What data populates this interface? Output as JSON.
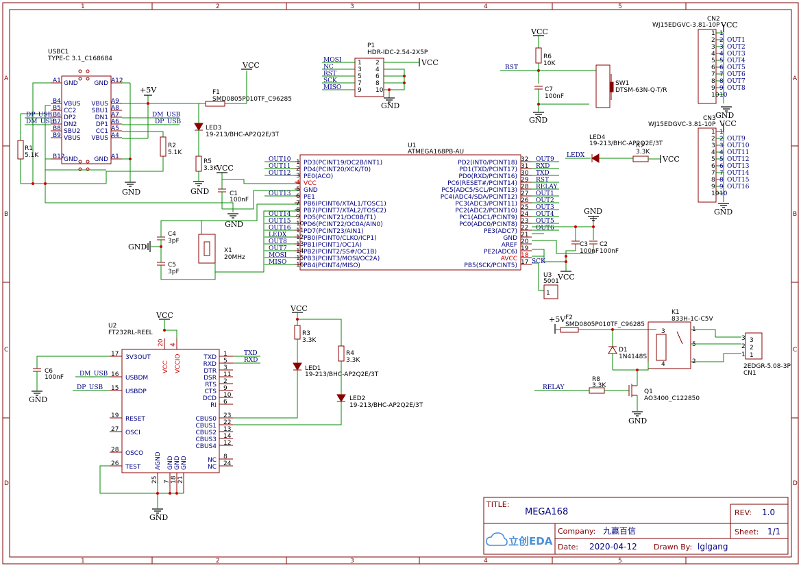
{
  "colors": {
    "frame": "#800000",
    "wire": "#008800",
    "component": "#8b0000",
    "pin_text": "#000080",
    "junction": "#cc0000"
  },
  "frame": {
    "cols": [
      "1",
      "2",
      "3",
      "4",
      "5"
    ],
    "rows": [
      "A",
      "B",
      "C",
      "D"
    ]
  },
  "components": {
    "usbc1": {
      "ref": "USBC1",
      "value": "TYPE-C 3.1_C168684",
      "left_pins": [
        "A1",
        "B4",
        "B5",
        "B6",
        "B7",
        "B8",
        "B9",
        "B12"
      ],
      "left_names": [
        "GND",
        "VBUS",
        "CC2",
        "DP2",
        "DN2",
        "SBU2",
        "VBUS",
        "GND"
      ],
      "right_pins": [
        "A12",
        "A9",
        "A8",
        "A7",
        "A6",
        "A5",
        "A4",
        "A1"
      ],
      "right_names": [
        "GND",
        "VBUS",
        "SBU1",
        "DN1",
        "DP1",
        "CC1",
        "VBUS",
        "GND"
      ]
    },
    "r1": {
      "ref": "R1",
      "value": "5.1K"
    },
    "r2": {
      "ref": "R2",
      "value": "5.1K"
    },
    "f1": {
      "ref": "F1",
      "value": "SMD0805P010TF_C96285"
    },
    "led3": {
      "ref": "LED3",
      "value": "19-213/BHC-AP2Q2E/3T"
    },
    "r5": {
      "ref": "R5",
      "value": "3.3K"
    },
    "c1": {
      "ref": "C1",
      "value": "100nF"
    },
    "c4": {
      "ref": "C4",
      "value": "3pF"
    },
    "c5": {
      "ref": "C5",
      "value": "3pF"
    },
    "x1": {
      "ref": "X1",
      "value": "20MHz"
    },
    "p1": {
      "ref": "P1",
      "value": "HDR-IDC-2.54-2X5P",
      "left": [
        "MOSI",
        "NC",
        "RST",
        "SCK",
        "MISO"
      ],
      "left_nums": [
        "1",
        "3",
        "5",
        "7",
        "9"
      ],
      "right_nums": [
        "2",
        "4",
        "6",
        "8",
        "10"
      ]
    },
    "u1": {
      "ref": "U1",
      "value": "ATMEGA168PB-AU",
      "left_pins": [
        {
          "num": "1",
          "name": "PD3(PCINT19/OC2B/INT1)",
          "net": "OUT10"
        },
        {
          "num": "2",
          "name": "PD4(PCINT20/XCK/T0)",
          "net": "OUT11"
        },
        {
          "num": "3",
          "name": "PE0(ACO)",
          "net": "OUT12"
        },
        {
          "num": "4",
          "name": "VCC",
          "net": ""
        },
        {
          "num": "5",
          "name": "GND",
          "net": ""
        },
        {
          "num": "6",
          "name": "PE1",
          "net": "OUT13"
        },
        {
          "num": "7",
          "name": "PB6(PCINT6/XTAL1/TOSC1)",
          "net": ""
        },
        {
          "num": "8",
          "name": "PB7(PCINT7/XTAL2/TOSC2)",
          "net": ""
        },
        {
          "num": "9",
          "name": "PD5(PCINT21/OC0B/T1)",
          "net": "OUT14"
        },
        {
          "num": "10",
          "name": "PD6(PCINT22/OC0A/AIN0)",
          "net": "OUT15"
        },
        {
          "num": "11",
          "name": "PD7(PCINT23/AIN1)",
          "net": "OUT16"
        },
        {
          "num": "12",
          "name": "PB0(PCINT0/CLKO/ICP1)",
          "net": "LEDX"
        },
        {
          "num": "13",
          "name": "PB1(PCINT1/OC1A)",
          "net": "OUT8"
        },
        {
          "num": "14",
          "name": "PB2(PCINT2/SS#/OC1B)",
          "net": "OUT7"
        },
        {
          "num": "15",
          "name": "PB3(PCINT3/MOSI/OC2A)",
          "net": "MOSI"
        },
        {
          "num": "16",
          "name": "PB4(PCINT4/MISO)",
          "net": "MISO"
        }
      ],
      "right_pins": [
        {
          "num": "32",
          "name": "PD2(INT0/PCINT18)",
          "net": "OUT9"
        },
        {
          "num": "31",
          "name": "PD1(TXD/PCINT17)",
          "net": "RXD"
        },
        {
          "num": "30",
          "name": "PD0(RXD/PCINT16)",
          "net": "TXD"
        },
        {
          "num": "29",
          "name": "PC6(RESET#/PCINT14)",
          "net": "RST"
        },
        {
          "num": "28",
          "name": "PC5(ADC5/SCL/PCINT13)",
          "net": "RELAY"
        },
        {
          "num": "27",
          "name": "PC4(ADC4/SDA/PCINT12)",
          "net": "OUT1"
        },
        {
          "num": "26",
          "name": "PC3(ADC3/PCINT11)",
          "net": "OUT2"
        },
        {
          "num": "25",
          "name": "PC2(ADC2/PCINT10)",
          "net": "OUT3"
        },
        {
          "num": "24",
          "name": "PC1(ADC1/PCINT9)",
          "net": "OUT4"
        },
        {
          "num": "23",
          "name": "PC0(ADC0/PCINT8)",
          "net": "OUT5"
        },
        {
          "num": "22",
          "name": "PE3(ADC7)",
          "net": "OUT6"
        },
        {
          "num": "21",
          "name": "GND",
          "net": ""
        },
        {
          "num": "20",
          "name": "AREF",
          "net": ""
        },
        {
          "num": "19",
          "name": "PE2(ADC6)",
          "net": ""
        },
        {
          "num": "18",
          "name": "AVCC",
          "net": ""
        },
        {
          "num": "17",
          "name": "PB5(SCK/PCINT5)",
          "net": "SCK"
        }
      ]
    },
    "r6": {
      "ref": "R6",
      "value": "10K"
    },
    "c7": {
      "ref": "C7",
      "value": "100nF"
    },
    "sw1": {
      "ref": "SW1",
      "value": "DTSM-63N-Q-T/R"
    },
    "cn2": {
      "ref": "CN2",
      "value": "WJ15EDGVC-3.81-10P",
      "nets": [
        "OUT1",
        "OUT2",
        "OUT3",
        "OUT4",
        "OUT5",
        "OUT6",
        "OUT7",
        "OUT8"
      ]
    },
    "cn3": {
      "ref": "CN3",
      "value": "WJ15EDGVC-3.81-10P",
      "nets": [
        "OUT9",
        "OUT10",
        "OUT11",
        "OUT12",
        "OUT13",
        "OUT14",
        "OUT15",
        "OUT16"
      ]
    },
    "led4": {
      "ref": "LED4",
      "value": "19-213/BHC-AP2Q2E/3T"
    },
    "r7": {
      "ref": "R7",
      "value": "3.3K"
    },
    "c2": {
      "ref": "C2",
      "value": "100nF"
    },
    "c3": {
      "ref": "C3",
      "value": "100nF"
    },
    "u3": {
      "ref": "U3",
      "value": "5001"
    },
    "u2": {
      "ref": "U2",
      "value": "FT232RL-REEL",
      "left_pins": [
        {
          "num": "17",
          "name": "3V3OUT"
        },
        {
          "num": "16",
          "name": "USBDM"
        },
        {
          "num": "15",
          "name": "USBDP"
        },
        {
          "num": "19",
          "name": "RESET"
        },
        {
          "num": "27",
          "name": "OSCI"
        },
        {
          "num": "28",
          "name": "OSCO"
        },
        {
          "num": "26",
          "name": "TEST"
        }
      ],
      "right_pins": [
        {
          "num": "1",
          "name": "TXD"
        },
        {
          "num": "5",
          "name": "RXD"
        },
        {
          "num": "3",
          "name": "DTR"
        },
        {
          "num": "11",
          "name": "DSR"
        },
        {
          "num": "2",
          "name": "RTS"
        },
        {
          "num": "9",
          "name": "CTS"
        },
        {
          "num": "10",
          "name": "DCD"
        },
        {
          "num": "6",
          "name": "RI"
        },
        {
          "num": "23",
          "name": "CBUS0"
        },
        {
          "num": "22",
          "name": "CBUS1"
        },
        {
          "num": "13",
          "name": "CBUS2"
        },
        {
          "num": "14",
          "name": "CBUS3"
        },
        {
          "num": "12",
          "name": "CBUS4"
        },
        {
          "num": "8",
          "name": "NC"
        },
        {
          "num": "24",
          "name": "NC"
        }
      ],
      "top_pins": [
        {
          "num": "20",
          "name": "VCC"
        },
        {
          "num": "4",
          "name": "VCCIO"
        }
      ],
      "bottom_pins": [
        {
          "num": "25",
          "name": "AGND"
        },
        {
          "num": "7",
          "name": "GND"
        },
        {
          "num": "18",
          "name": "GND"
        },
        {
          "num": "21",
          "name": "GND"
        }
      ]
    },
    "c6": {
      "ref": "C6",
      "value": "100nF"
    },
    "r3": {
      "ref": "R3",
      "value": "3.3K"
    },
    "r4": {
      "ref": "R4",
      "value": "3.3K"
    },
    "led1": {
      "ref": "LED1",
      "value": "19-213/BHC-AP2Q2E/3T"
    },
    "led2": {
      "ref": "LED2",
      "value": "19-213/BHC-AP2Q2E/3T"
    },
    "f2": {
      "ref": "F2",
      "value": "SMD0805P010TF_C96285"
    },
    "k1": {
      "ref": "K1",
      "value": "833H-1C-C5V"
    },
    "d1": {
      "ref": "D1",
      "value": "1N4148S"
    },
    "r8": {
      "ref": "R8",
      "value": "3.3K"
    },
    "q1": {
      "ref": "Q1",
      "value": "AO3400_C122850"
    },
    "cn1": {
      "ref": "CN1",
      "value": "2EDGR-5.08-3P"
    }
  },
  "labels": {
    "vcc": "VCC",
    "gnd": "GND",
    "p5v": "+5V",
    "dp_usb": "DP_USB",
    "dm_usb": "DM_USB",
    "txd": "TXD",
    "rxd": "RXD",
    "rst": "RST",
    "relay": "RELAY",
    "ledx": "LEDX",
    "sck": "SCK"
  },
  "title_block": {
    "title_label": "TITLE:",
    "title": "MEGA168",
    "rev_label": "REV:",
    "rev": "1.0",
    "company_label": "Company:",
    "company": "九赢百信",
    "sheet_label": "Sheet:",
    "sheet": "1/1",
    "date_label": "Date:",
    "date": "2020-04-12",
    "drawn_label": "Drawn By:",
    "drawn": "lglgang",
    "logo": "立创EDA"
  }
}
